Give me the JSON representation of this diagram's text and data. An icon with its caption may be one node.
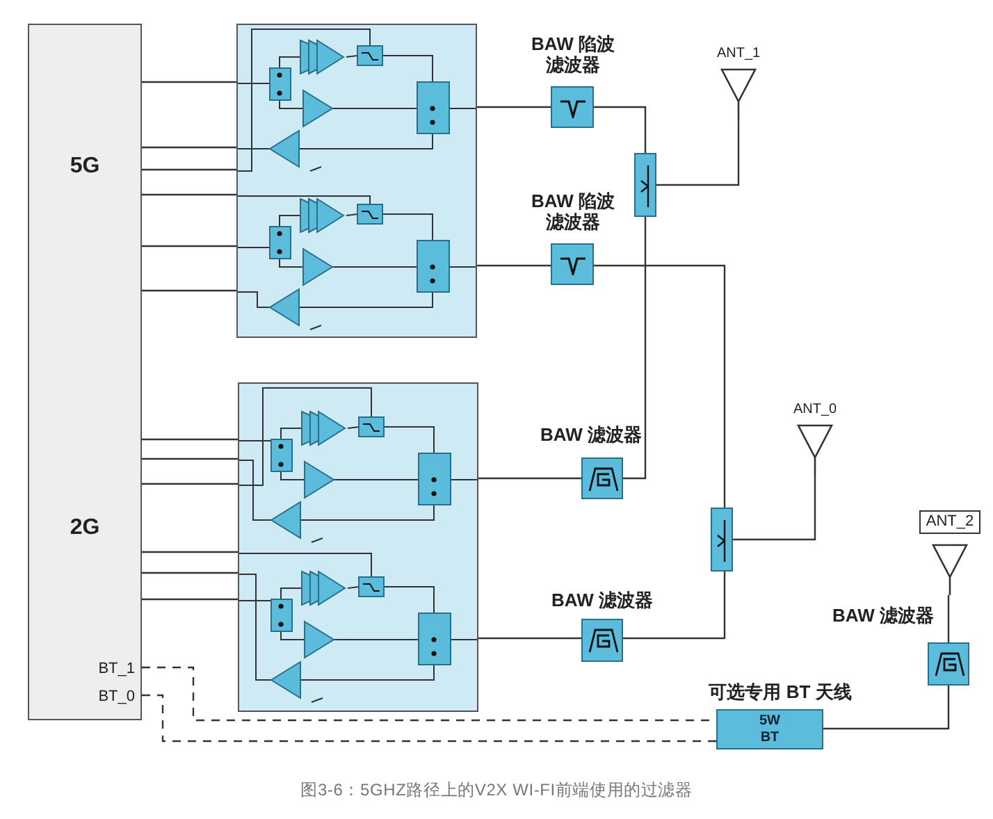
{
  "diagram": {
    "caption": "图3-6：5GHZ路径上的V2X WI-FI前端使用的过滤器",
    "nodes": [
      {
        "text": [
          "5G",
          "2G",
          "BT_1",
          "BT_0"
        ]
      },
      {
        "text": [],
        "shape": "box"
      },
      {
        "text": [],
        "shape": "box"
      },
      {
        "text": [],
        "shape": "box",
        "beside": [
          "BAW 陷波滤波器"
        ]
      },
      {
        "text": [],
        "shape": "box",
        "beside": [
          "BAW 陷波滤波器"
        ]
      },
      {
        "text": [],
        "shape": "box",
        "beside": [
          "BAW 滤波器"
        ]
      },
      {
        "text": [],
        "shape": "box",
        "beside": [
          "BAW 滤波器"
        ]
      },
      {
        "text": [],
        "shape": "box"
      },
      {
        "text": [],
        "shape": "box"
      },
      {
        "text": [],
        "shape": "antenna",
        "beside": [
          "ANT_1"
        ]
      },
      {
        "text": [],
        "shape": "antenna",
        "beside": [
          "ANT_0"
        ]
      },
      {
        "text": [],
        "shape": "antenna",
        "beside": [
          "ANT_2"
        ]
      },
      {
        "text": [],
        "shape": "box",
        "beside": [
          "BAW 滤波器"
        ]
      },
      {
        "text": [
          "5W BT"
        ],
        "beside": [
          "可选专用 BT 天线"
        ]
      }
    ],
    "edges": [
      {
        "from": 0,
        "to": 1,
        "arrow": "none"
      },
      {
        "from": 0,
        "to": 1,
        "arrow": "none"
      },
      {
        "from": 0,
        "to": 1,
        "arrow": "none"
      },
      {
        "from": 0,
        "to": 1,
        "arrow": "none"
      },
      {
        "from": 0,
        "to": 1,
        "arrow": "none"
      },
      {
        "from": 0,
        "to": 1,
        "arrow": "none"
      },
      {
        "from": 0,
        "to": 2,
        "arrow": "none"
      },
      {
        "from": 0,
        "to": 2,
        "arrow": "none"
      },
      {
        "from": 0,
        "to": 2,
        "arrow": "none"
      },
      {
        "from": 0,
        "to": 2,
        "arrow": "none"
      },
      {
        "from": 0,
        "to": 2,
        "arrow": "none"
      },
      {
        "from": 0,
        "to": 2,
        "arrow": "none"
      },
      {
        "from": 0,
        "to": 13,
        "arrow": "none",
        "style": "dashed"
      },
      {
        "from": 0,
        "to": 13,
        "arrow": "none",
        "style": "dashed"
      },
      {
        "from": 1,
        "to": 3,
        "arrow": "none"
      },
      {
        "from": 1,
        "to": 4,
        "arrow": "none"
      },
      {
        "from": 2,
        "to": 5,
        "arrow": "none"
      },
      {
        "from": 2,
        "to": 6,
        "arrow": "none"
      },
      {
        "from": 3,
        "to": 7,
        "arrow": "none"
      },
      {
        "from": 4,
        "to": 8,
        "arrow": "none"
      },
      {
        "from": 5,
        "to": 7,
        "arrow": "none"
      },
      {
        "from": 6,
        "to": 8,
        "arrow": "none"
      },
      {
        "from": 7,
        "to": 9,
        "arrow": "none"
      },
      {
        "from": 8,
        "to": 10,
        "arrow": "none"
      },
      {
        "from": 13,
        "to": 12,
        "arrow": "none"
      },
      {
        "from": 12,
        "to": 11,
        "arrow": "none"
      }
    ]
  }
}
